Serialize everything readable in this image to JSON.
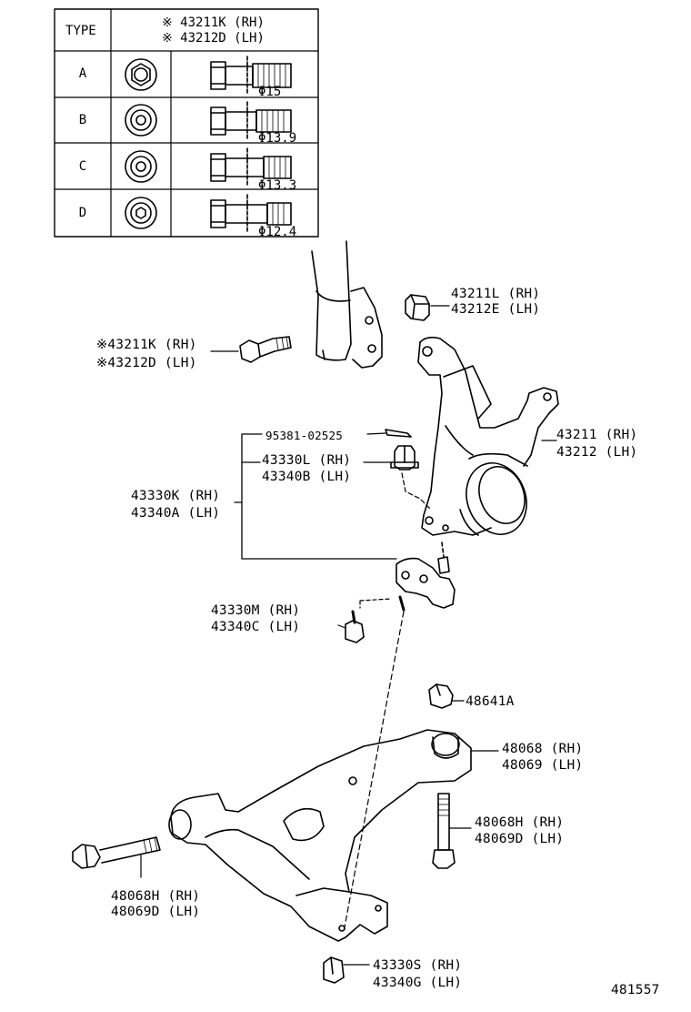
{
  "table": {
    "type_header": "TYPE",
    "part_header_rh": "※ 43211K (RH)",
    "part_header_lh": "※ 43212D (LH)",
    "rows": [
      {
        "type": "A",
        "diameter": "Φ15"
      },
      {
        "type": "B",
        "diameter": "Φ13.9"
      },
      {
        "type": "C",
        "diameter": "Φ13.3"
      },
      {
        "type": "D",
        "diameter": "Φ12.4"
      }
    ]
  },
  "labels": {
    "bolt_rh": "※43211K (RH)",
    "bolt_lh": "※43212D (LH)",
    "nut_top_rh": "43211L (RH)",
    "nut_top_lh": "43212E (LH)",
    "knuckle_rh": "43211 (RH)",
    "knuckle_lh": "43212 (LH)",
    "cotter_pin": "95381-02525",
    "nut_ball_rh": "43330L (RH)",
    "nut_ball_lh": "43340B (LH)",
    "ball_joint_rh": "43330K (RH)",
    "ball_joint_lh": "43340A (LH)",
    "bolt_ball_rh": "43330M (RH)",
    "bolt_ball_lh": "43340C (LH)",
    "nut_arm": "48641A",
    "bushing_rh": "48068 (RH)",
    "bushing_lh": "48069 (LH)",
    "bolt_arm_r_rh": "48068H (RH)",
    "bolt_arm_r_lh": "48069D (LH)",
    "bolt_arm_l_rh": "48068H (RH)",
    "bolt_arm_l_lh": "48069D (LH)",
    "nut_bottom_rh": "43330S (RH)",
    "nut_bottom_lh": "43340G (LH)"
  },
  "figure_number": "481557"
}
